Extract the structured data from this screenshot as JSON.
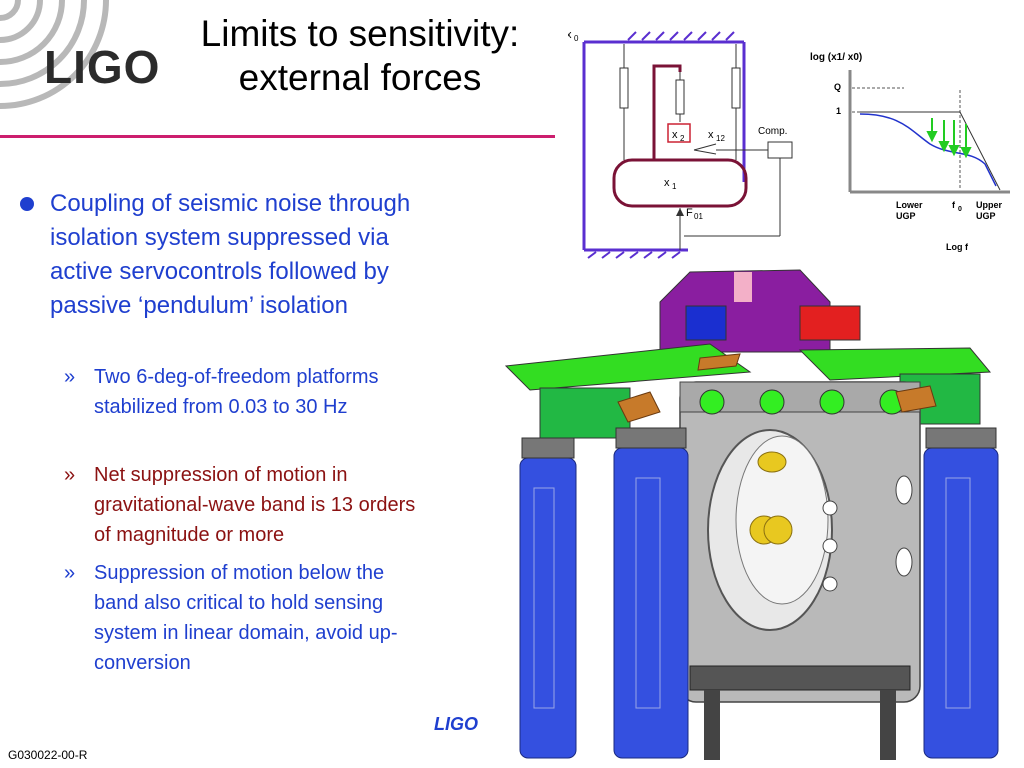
{
  "header": {
    "logo": "LIGO",
    "title_line1": "Limits to sensitivity:",
    "title_line2": "external forces"
  },
  "bullets": {
    "main": "Coupling of seismic noise through isolation system suppressed via active servocontrols followed by passive ‘pendulum’ isolation",
    "subs": [
      {
        "marker": "»",
        "text": "Two 6-deg-of-freedom platforms stabilized from 0.03 to 30 Hz"
      },
      {
        "marker": "»",
        "text": "Net suppression of motion in gravitational-wave band is 13 orders of magnitude or more"
      },
      {
        "marker": "»",
        "text": "Suppression of motion below the band also critical to hold sensing system in linear domain, avoid up-conversion"
      }
    ]
  },
  "schematic": {
    "x0": "x",
    "x0_sub": "0",
    "x2": "x",
    "x2_sub": "2",
    "x12": "x",
    "x12_sub": "12",
    "x1": "x",
    "x1_sub": "1",
    "f01": "F",
    "f01_sub": "01",
    "comp": "Comp."
  },
  "transfer_plot": {
    "ylabel": "log (x1/ x0)",
    "ytick_q": "Q",
    "ytick_1": "1",
    "lower1": "Lower",
    "lower2": "UGP",
    "f0": "f",
    "f0_sub": "0",
    "upper1": "Upper",
    "upper2": "UGP",
    "xlabel": "Log f"
  },
  "footer": {
    "logo": "LIGO",
    "doc_id": "G030022-00-R"
  },
  "colors": {
    "title_rule": "#cc1e6e",
    "bullet_blue": "#1f3fcf",
    "bullet_red": "#8b1212",
    "frame_purple": "#5a2fd0",
    "mass_maroon": "#7a1236"
  }
}
